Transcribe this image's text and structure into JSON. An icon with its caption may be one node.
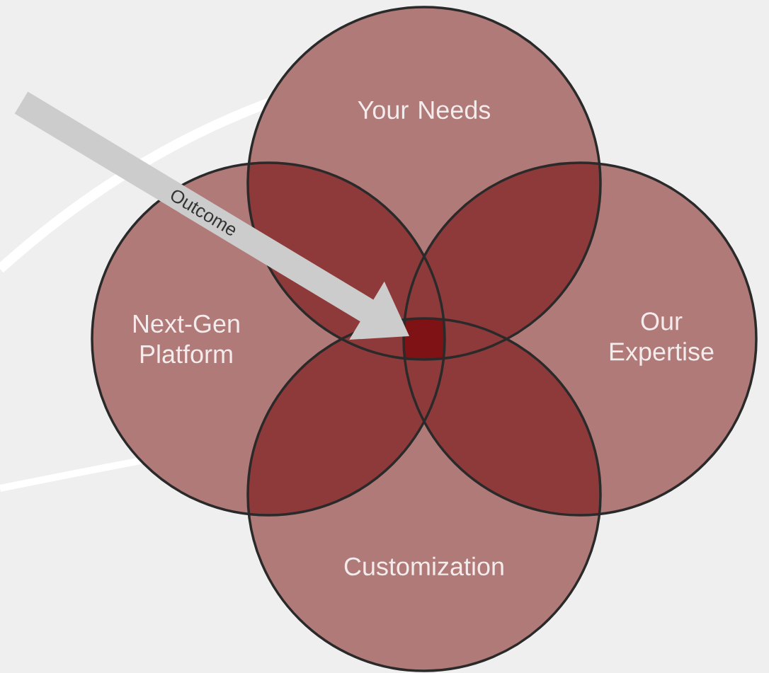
{
  "diagram": {
    "nodes": [
      {
        "text": [
          "Your Needs"
        ]
      },
      {
        "text": [
          "Next-Gen Platform"
        ]
      },
      {
        "text": [
          "Our Expertise"
        ]
      },
      {
        "text": [
          "Customization"
        ]
      }
    ],
    "labels": [
      "Outcome"
    ]
  }
}
